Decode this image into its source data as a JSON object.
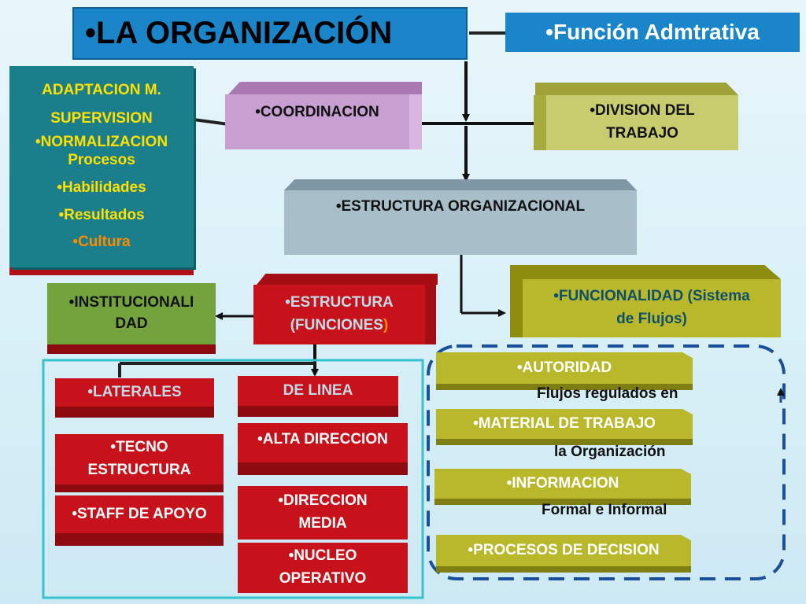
{
  "title": {
    "bullet": "•",
    "text": "LA ORGANIZACIÓN"
  },
  "function_box": {
    "bullet": "•",
    "text": "Función Admtrativa"
  },
  "left_panel": {
    "items": [
      {
        "text": "ADAPTACION M.",
        "color": "#ffe000"
      },
      {
        "text": "SUPERVISION",
        "color": "#ffe000"
      },
      {
        "text": "•NORMALIZACION",
        "color": "#ffe000"
      },
      {
        "text": "Procesos",
        "color": "#ffe000"
      },
      {
        "text": "•Habilidades",
        "color": "#ffe000"
      },
      {
        "text": "•Resultados",
        "color": "#ffe000"
      },
      {
        "text": "•Cultura",
        "color": "#ff8a00"
      }
    ]
  },
  "coordinacion": {
    "text": "•COORDINACION"
  },
  "division": {
    "line1": "•DIVISION DEL",
    "line2": "TRABAJO"
  },
  "estructura_org": {
    "text": "•ESTRUCTURA ORGANIZACIONAL"
  },
  "institucionalidad": {
    "line1": "•INSTITUCIONALI",
    "line2": "DAD"
  },
  "estructura_funciones": {
    "line1": "•ESTRUCTURA",
    "line2_main": "(FUNCIONES",
    "line2_paren": ")"
  },
  "funcionalidad": {
    "line1": "•FUNCIONALIDAD (Sistema",
    "line2": "de Flujos)"
  },
  "left_group": {
    "laterales": "•LATERALES",
    "de_linea": "DE LINEA",
    "tecno_1": "•TECNO",
    "tecno_2": "ESTRUCTURA",
    "alta_direccion": "•ALTA DIRECCION",
    "staff": "•STAFF DE APOYO",
    "direccion_media_1": "•DIRECCION",
    "direccion_media_2": "MEDIA",
    "nucleo_1": "•NUCLEO",
    "nucleo_2": "OPERATIVO"
  },
  "right_group": {
    "autoridad": "•AUTORIDAD",
    "note1": "Flujos regulados en",
    "material": "•MATERIAL DE TRABAJO",
    "note2": "la Organización",
    "informacion": "•INFORMACION",
    "note3": "Formal e Informal",
    "procesos": "•PROCESOS DE DECISION"
  },
  "colors": {
    "title_bg": "#1a86c9",
    "panel_bg": "#1a7f8a",
    "coordinacion_bg": "#c79fd0",
    "division_bg": "#c9cc6e",
    "estructura_bg": "#a8bec9",
    "institucional_bg": "#74a23c",
    "red": "#c8121b",
    "olive": "#b9b82a",
    "cyan_frame": "#35c3cf",
    "dash_frame": "#1a4f9a"
  }
}
